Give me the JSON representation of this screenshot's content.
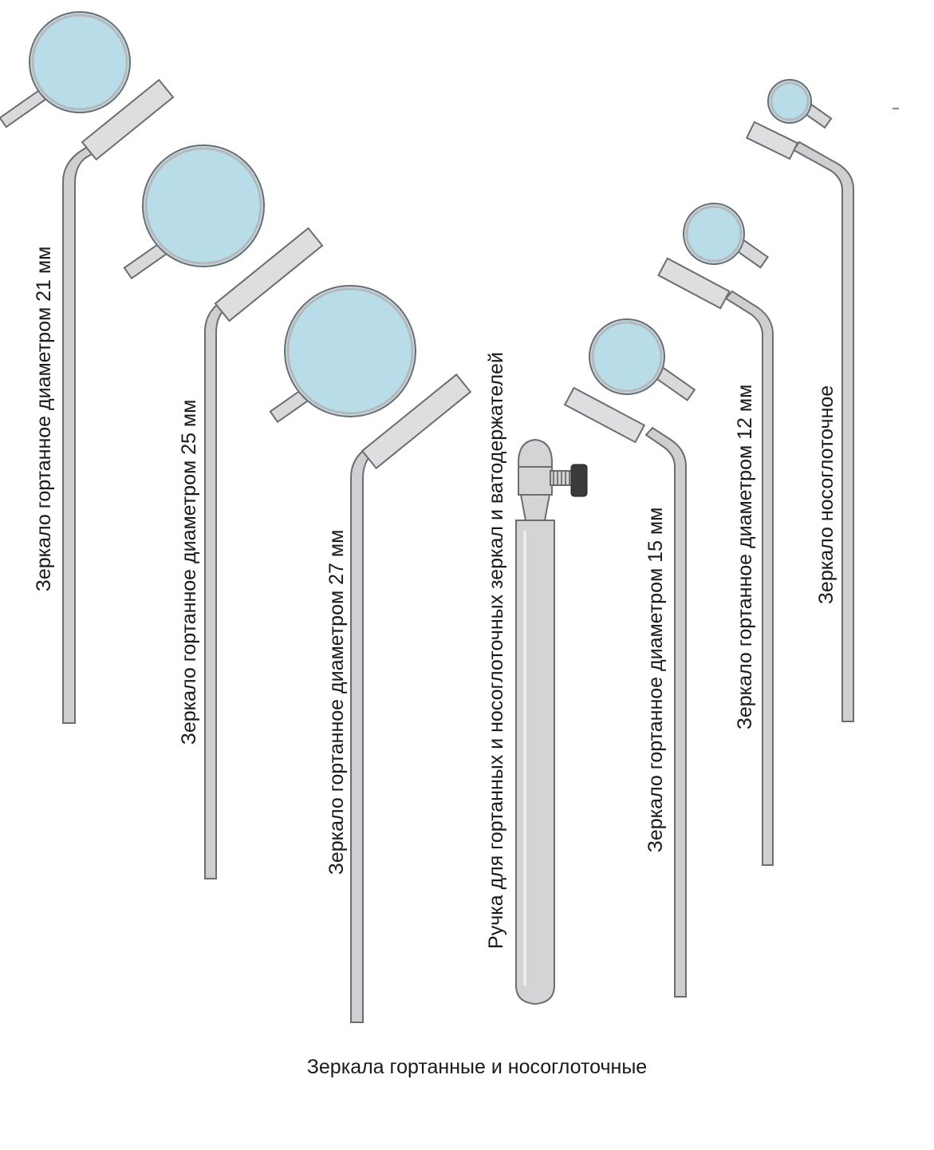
{
  "colors": {
    "background": "#ffffff",
    "mirror_glass": "#b8dde8",
    "metal": "#cfcfd1",
    "outline": "#6d6d70",
    "text": "#1a1a1a"
  },
  "caption": "Зеркала гортанные и носоглоточные",
  "instruments": [
    {
      "id": "mirror-21",
      "label": "Зеркало гортанное диаметром  21 мм",
      "diameter_mm": 21
    },
    {
      "id": "mirror-25",
      "label": "Зеркало гортанное диаметром  25 мм",
      "diameter_mm": 25
    },
    {
      "id": "mirror-27",
      "label": "Зеркало гортанное диаметром  27 мм",
      "diameter_mm": 27
    },
    {
      "id": "handle",
      "label": "Ручка для гортанных и носоглоточных зеркал и ватодержателей"
    },
    {
      "id": "mirror-15",
      "label": "Зеркало гортанное диаметром  15 мм",
      "diameter_mm": 15
    },
    {
      "id": "mirror-12",
      "label": "Зеркало гортанное диаметром  12 мм",
      "diameter_mm": 12
    },
    {
      "id": "nasopharyngeal",
      "label": "Зеркало носоглоточное"
    }
  ]
}
